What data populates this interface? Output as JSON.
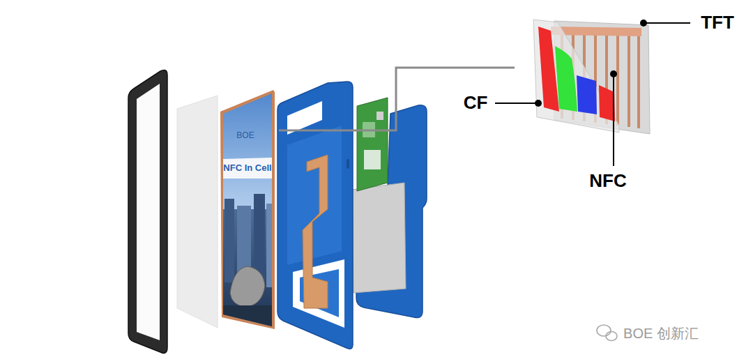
{
  "diagram": {
    "labels": [
      "TFT",
      "CF",
      "BOE",
      "NFC In Cell",
      "NFC",
      "BOE 创新汇"
    ]
  }
}
